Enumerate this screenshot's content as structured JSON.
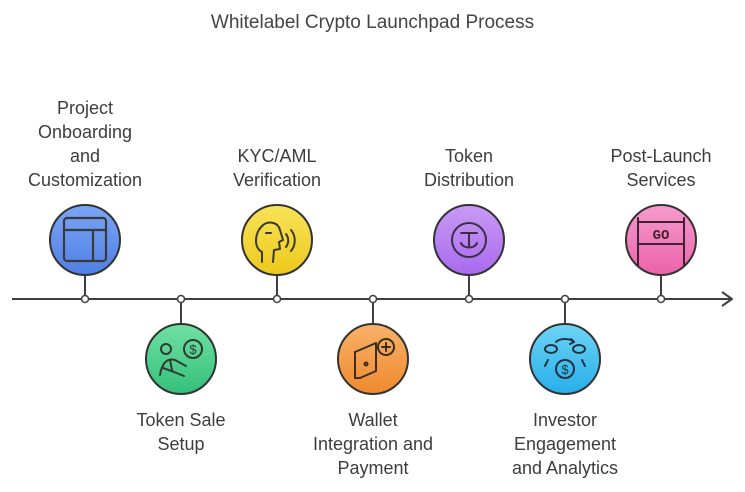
{
  "title": "Whitelabel Crypto Launchpad Process",
  "steps": [
    {
      "lines": [
        "Project",
        "Onboarding",
        "and",
        "Customization"
      ],
      "icon": "layout-window-icon",
      "color": "#5b8ff0",
      "position": "top"
    },
    {
      "lines": [
        "Token Sale",
        "Setup"
      ],
      "icon": "person-coin-icon",
      "color": "#4cd08a",
      "position": "bottom"
    },
    {
      "lines": [
        "KYC/AML",
        "Verification"
      ],
      "icon": "face-voice-icon",
      "color": "#f0d330",
      "position": "top"
    },
    {
      "lines": [
        "Wallet",
        "Integration and",
        "Payment"
      ],
      "icon": "wallet-plus-icon",
      "color": "#f49a45",
      "position": "bottom"
    },
    {
      "lines": [
        "Token",
        "Distribution"
      ],
      "icon": "token-coin-icon",
      "color": "#b77df0",
      "position": "top"
    },
    {
      "lines": [
        "Investor",
        "Engagement",
        "and Analytics"
      ],
      "icon": "coins-cycle-icon",
      "color": "#3cbff0",
      "position": "bottom"
    },
    {
      "lines": [
        "Post-Launch",
        "Services"
      ],
      "icon": "go-sign-icon",
      "color": "#f07ab9",
      "position": "top"
    }
  ],
  "go_text": "GO"
}
